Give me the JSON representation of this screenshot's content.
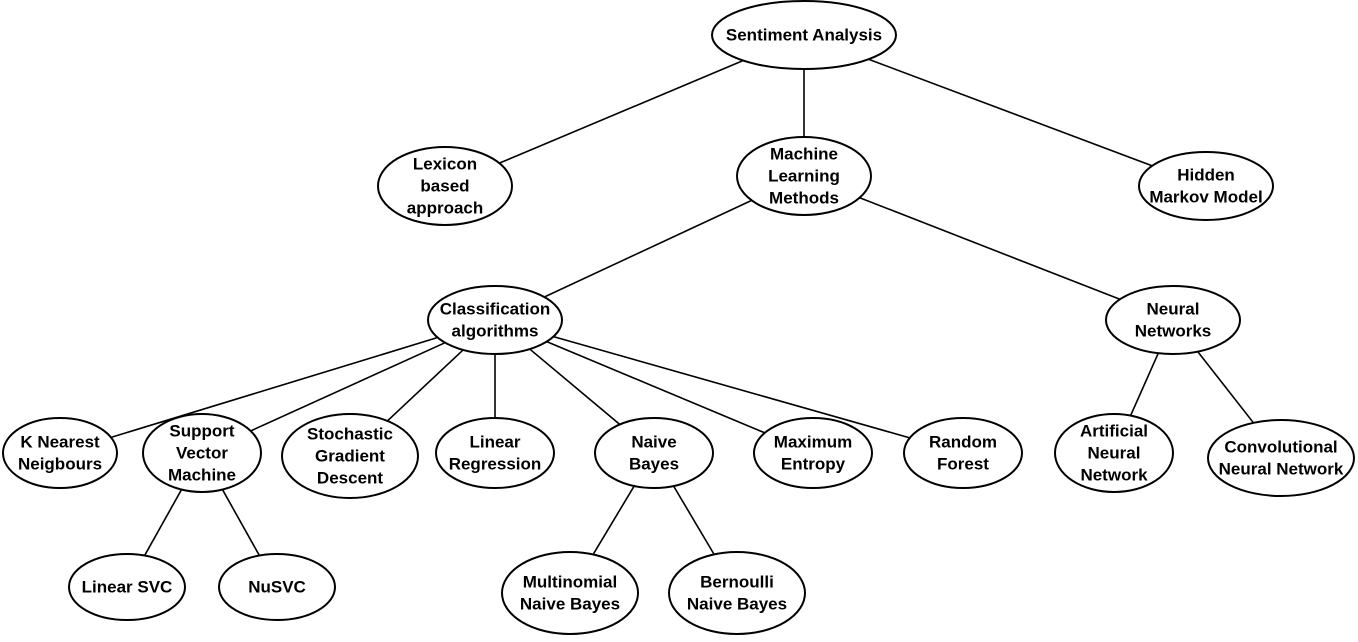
{
  "nodes": [
    {
      "id": "sentiment",
      "lines": [
        "Sentiment Analysis"
      ]
    },
    {
      "id": "lexicon",
      "lines": [
        "Lexicon",
        "based",
        "approach"
      ]
    },
    {
      "id": "ml",
      "lines": [
        "Machine",
        "Learning",
        "Methods"
      ]
    },
    {
      "id": "hmm",
      "lines": [
        "Hidden",
        "Markov Model"
      ]
    },
    {
      "id": "classification",
      "lines": [
        "Classification",
        "algorithms"
      ]
    },
    {
      "id": "neural",
      "lines": [
        "Neural",
        "Networks"
      ]
    },
    {
      "id": "knn",
      "lines": [
        "K Nearest",
        "Neigbours"
      ]
    },
    {
      "id": "svm",
      "lines": [
        "Support",
        "Vector",
        "Machine"
      ]
    },
    {
      "id": "sgd",
      "lines": [
        "Stochastic",
        "Gradient",
        "Descent"
      ]
    },
    {
      "id": "linreg",
      "lines": [
        "Linear",
        "Regression"
      ]
    },
    {
      "id": "naive",
      "lines": [
        "Naive",
        "Bayes"
      ]
    },
    {
      "id": "maxent",
      "lines": [
        "Maximum",
        "Entropy"
      ]
    },
    {
      "id": "rf",
      "lines": [
        "Random",
        "Forest"
      ]
    },
    {
      "id": "ann",
      "lines": [
        "Artificial",
        "Neural",
        "Network"
      ]
    },
    {
      "id": "cnn",
      "lines": [
        "Convolutional",
        "Neural Network"
      ]
    },
    {
      "id": "linsvc",
      "lines": [
        "Linear SVC"
      ]
    },
    {
      "id": "nusvc",
      "lines": [
        "NuSVC"
      ]
    },
    {
      "id": "mnb",
      "lines": [
        "Multinomial",
        "Naive Bayes"
      ]
    },
    {
      "id": "bnb",
      "lines": [
        "Bernoulli",
        "Naive Bayes"
      ]
    }
  ],
  "edges": [
    [
      "sentiment",
      "lexicon"
    ],
    [
      "sentiment",
      "ml"
    ],
    [
      "sentiment",
      "hmm"
    ],
    [
      "ml",
      "classification"
    ],
    [
      "ml",
      "neural"
    ],
    [
      "classification",
      "knn"
    ],
    [
      "classification",
      "svm"
    ],
    [
      "classification",
      "sgd"
    ],
    [
      "classification",
      "linreg"
    ],
    [
      "classification",
      "naive"
    ],
    [
      "classification",
      "maxent"
    ],
    [
      "classification",
      "rf"
    ],
    [
      "neural",
      "ann"
    ],
    [
      "neural",
      "cnn"
    ],
    [
      "svm",
      "linsvc"
    ],
    [
      "svm",
      "nusvc"
    ],
    [
      "naive",
      "mnb"
    ],
    [
      "naive",
      "bnb"
    ]
  ]
}
